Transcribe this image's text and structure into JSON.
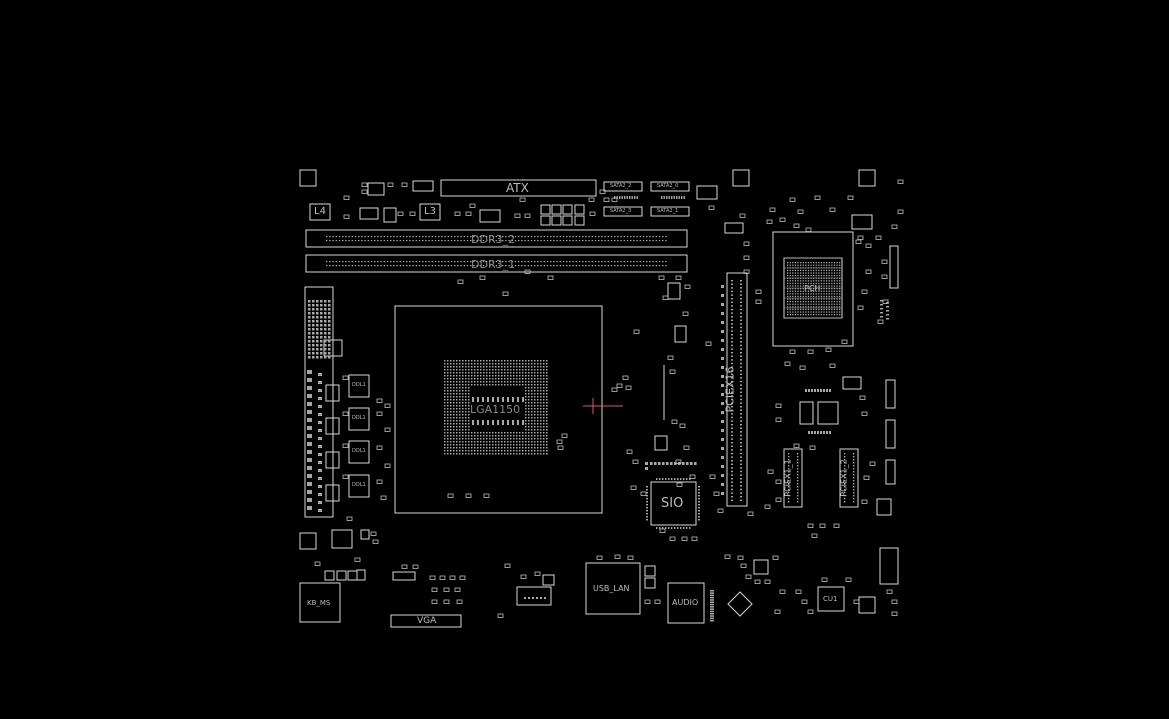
{
  "labels": {
    "atx": "ATX",
    "ddr3_2": "DDR3_2",
    "ddr3_1": "DDR3_1",
    "pciex16": "PCIEX16",
    "pciex1_1": "PCIEX1_1",
    "pciex1_2": "PCIEX1_2",
    "sio": "SIO",
    "audio": "AUDIO",
    "usb_lan": "USB_LAN",
    "kb_ms": "KB_MS",
    "vga": "VGA",
    "l4": "L4",
    "l3": "L3",
    "lga": "LGA1150",
    "pch": "PCH",
    "cu1": "CU1",
    "sata2_2": "SATA2_2",
    "sata2_0": "SATA2_0",
    "sata2_3": "SATA2_3",
    "sata2_1": "SATA2_1",
    "ddl_1": "DDL1",
    "ddl_2": "DDL1",
    "ddl_3": "DDL1",
    "ddl_4": "DDL1"
  },
  "colors": {
    "background": "#000000",
    "outline": "#d8d8d8",
    "pad": "#a8a8a8",
    "crosshair": "#e05a5a"
  }
}
